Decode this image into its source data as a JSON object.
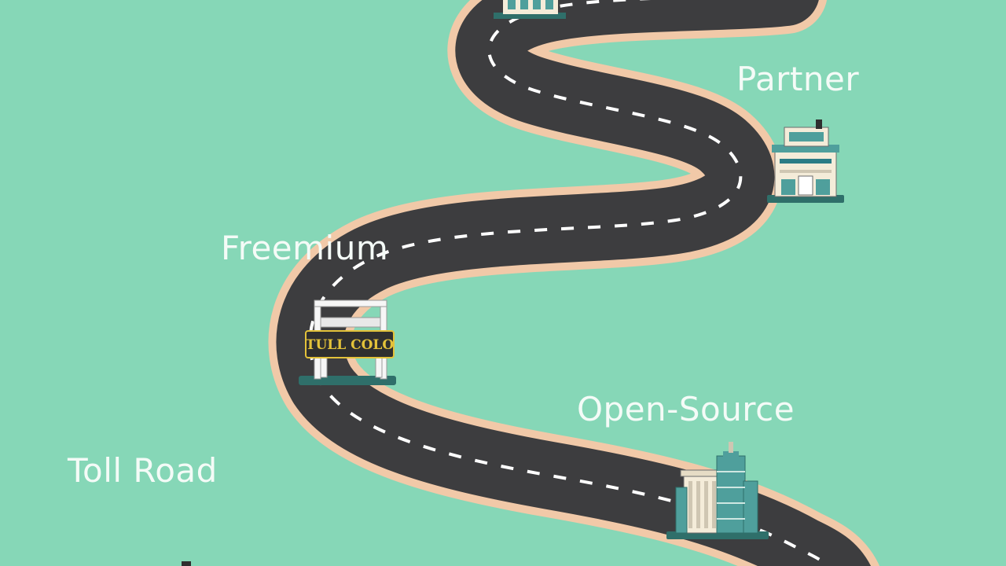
{
  "labels": {
    "partner": "Partner",
    "freemium": "Freemium",
    "open_source": "Open-Source",
    "toll_road": "Toll Road"
  },
  "toll_sign": {
    "text": "TULL COLO"
  },
  "colors": {
    "background": "#86d7b7",
    "road": "#3d3d3f",
    "road_edge": "#f1c9a8",
    "dash": "#ffffff",
    "building_glass": "#4f9f9c",
    "building_wall": "#f4ecd9",
    "sign_bg": "#2f2f2f",
    "sign_text": "#e3c23a"
  }
}
